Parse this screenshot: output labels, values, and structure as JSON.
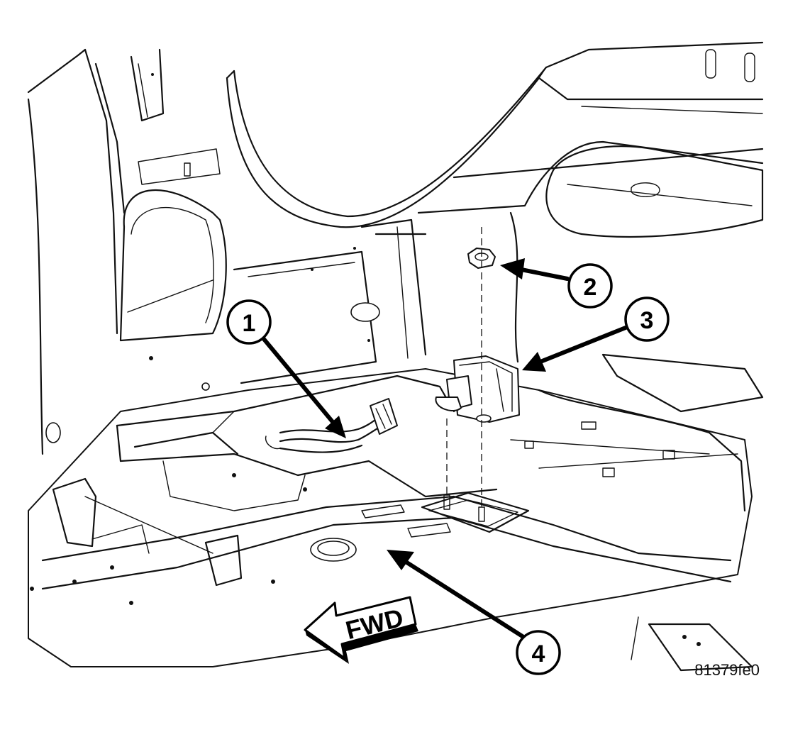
{
  "callouts": [
    {
      "number": "1"
    },
    {
      "number": "2"
    },
    {
      "number": "3"
    },
    {
      "number": "4"
    }
  ],
  "direction_arrow": {
    "label": "FWD"
  },
  "figure_id": "81379fe0"
}
